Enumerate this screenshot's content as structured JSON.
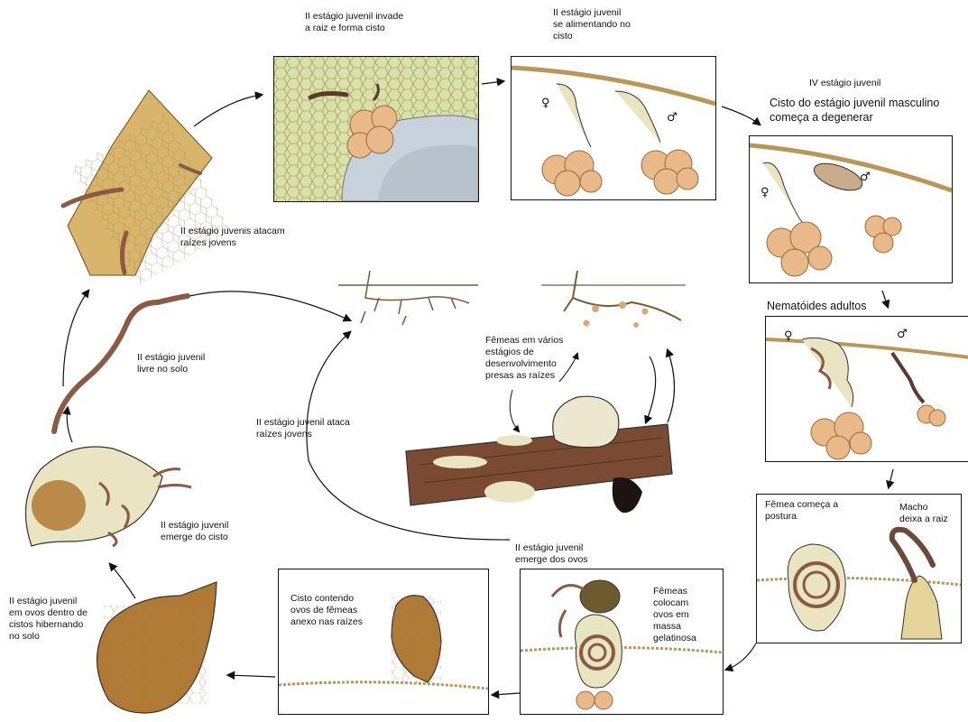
{
  "labels": {
    "l1": "II estágio juvenil invade\na raiz e forma cisto",
    "l2": "II estágio juvenil\nse alimentando no\ncisto",
    "l3a": "IV estágio juvenil",
    "l3b": "Cisto do estágio  juvenil masculino\ncomeça a degenerar",
    "l4": "Nematóides adultos",
    "l5a": "Fêmea começa a\npostura",
    "l5b": "Macho\ndeixa a raiz",
    "l6": "Fêmeas\ncolocam\novos em\nmassa\ngelatinosa",
    "l7": "II estágio juvenil\nemerge dos ovos",
    "l8": "Cisto contendo\novos de fêmeas\nanexo nas raízes",
    "l9": "II estágio juvenil\nem ovos dentro de\ncistos hibernando\nno solo",
    "l10": "II estágio juvenil\nemerge do cisto",
    "l11": "II estágio juvenil\nlivre no solo",
    "l12": "II estágio juvenis atacam\nraízes jovens",
    "l13": "II estágio juvenil ataca\nraízes jovens",
    "l14": "Fêmeas em vários\nestágios de\ndesenvolvimento\npresas as raízes"
  },
  "symbols": {
    "female": "♀",
    "male": "♂"
  },
  "colors": {
    "cyst": "#e9b98a",
    "cyst_dark": "#c98d5a",
    "root": "#d8b56a",
    "nematode": "#8a5a46",
    "egg": "#b07a35",
    "cell_green": "#d9e0a8",
    "cell_blue": "#c7d2dc"
  }
}
